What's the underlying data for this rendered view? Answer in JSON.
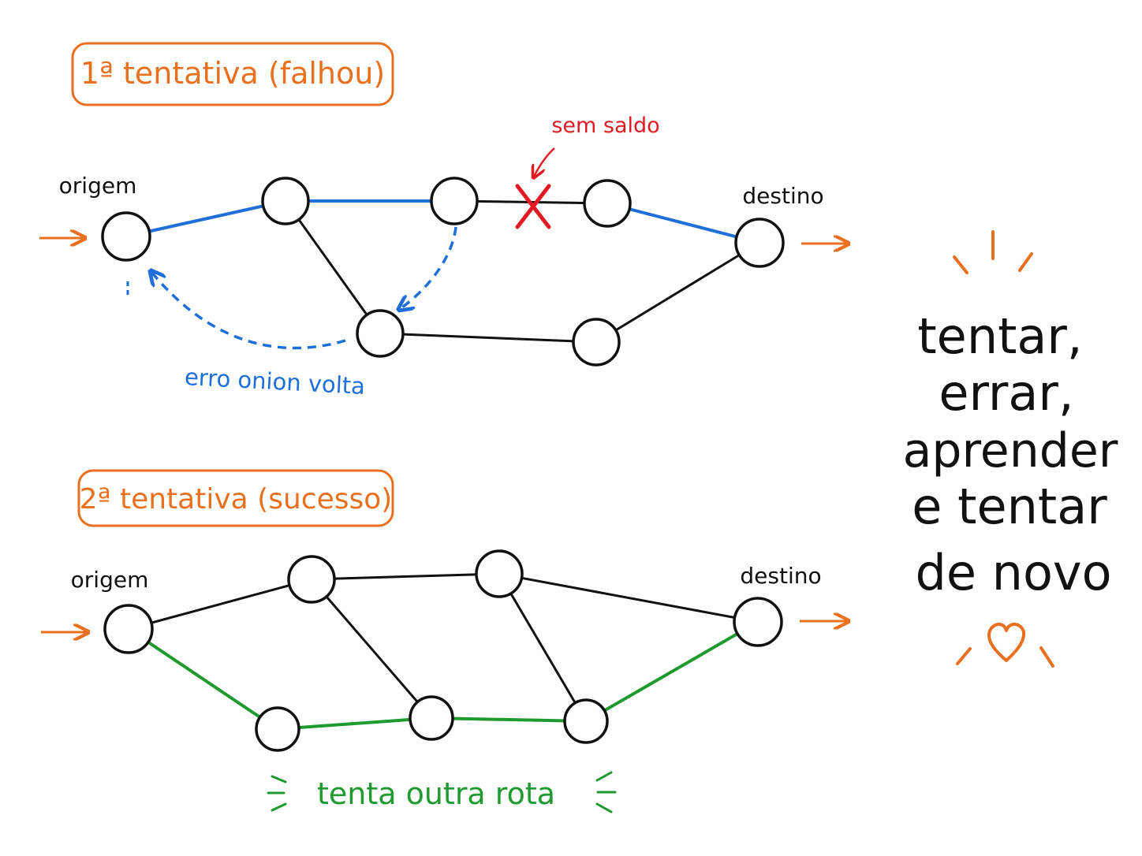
{
  "colors": {
    "orange": "#e8701f",
    "blue": "#1e6fd9",
    "red": "#e01b24",
    "green": "#1f9a2e",
    "ink": "#111111"
  },
  "attempt1": {
    "title": "1ª tentativa (falhou)",
    "origin_label": "origem",
    "destination_label": "destino",
    "fail_note": "sem saldo",
    "error_note": "erro onion volta"
  },
  "attempt2": {
    "title": "2ª tentativa (sucesso)",
    "origin_label": "origem",
    "destination_label": "destino",
    "retry_note": "tenta outra rota"
  },
  "motto": {
    "lines": [
      "tentar,",
      "errar,",
      "aprender",
      "e tentar",
      "de novo"
    ]
  }
}
